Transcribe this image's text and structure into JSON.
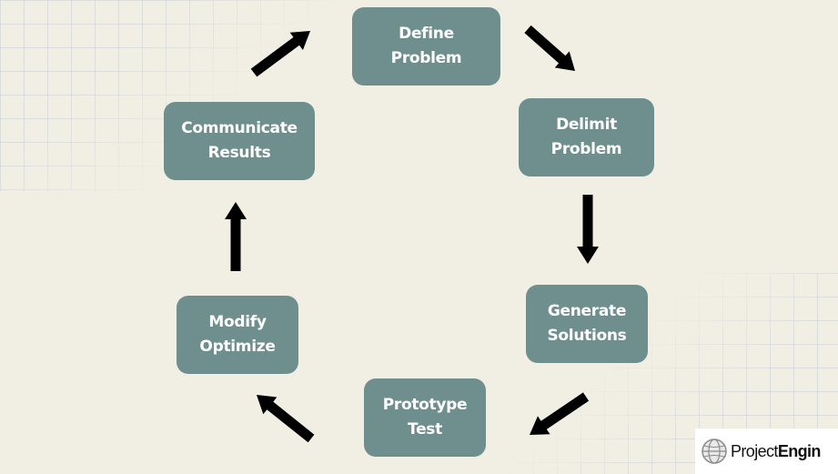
{
  "diagram": {
    "nodes": [
      {
        "id": "define",
        "lines": [
          "Define",
          "Problem"
        ]
      },
      {
        "id": "delimit",
        "lines": [
          "Delimit",
          "Problem"
        ]
      },
      {
        "id": "generate",
        "lines": [
          "Generate",
          "Solutions"
        ]
      },
      {
        "id": "prototype",
        "lines": [
          "Prototype",
          "Test"
        ]
      },
      {
        "id": "modify",
        "lines": [
          "Modify",
          "Optimize"
        ]
      },
      {
        "id": "communicate",
        "lines": [
          "Communicate",
          "Results"
        ]
      }
    ],
    "edges": [
      {
        "from": "define",
        "to": "delimit"
      },
      {
        "from": "delimit",
        "to": "generate"
      },
      {
        "from": "generate",
        "to": "prototype"
      },
      {
        "from": "prototype",
        "to": "modify"
      },
      {
        "from": "modify",
        "to": "communicate"
      },
      {
        "from": "communicate",
        "to": "define"
      }
    ]
  },
  "logo": {
    "text_regular": "Project",
    "text_bold": "Engin"
  },
  "colors": {
    "background": "#f1eee3",
    "node_fill": "#6f8f8f",
    "node_text": "#ffffff",
    "arrow": "#000000"
  }
}
